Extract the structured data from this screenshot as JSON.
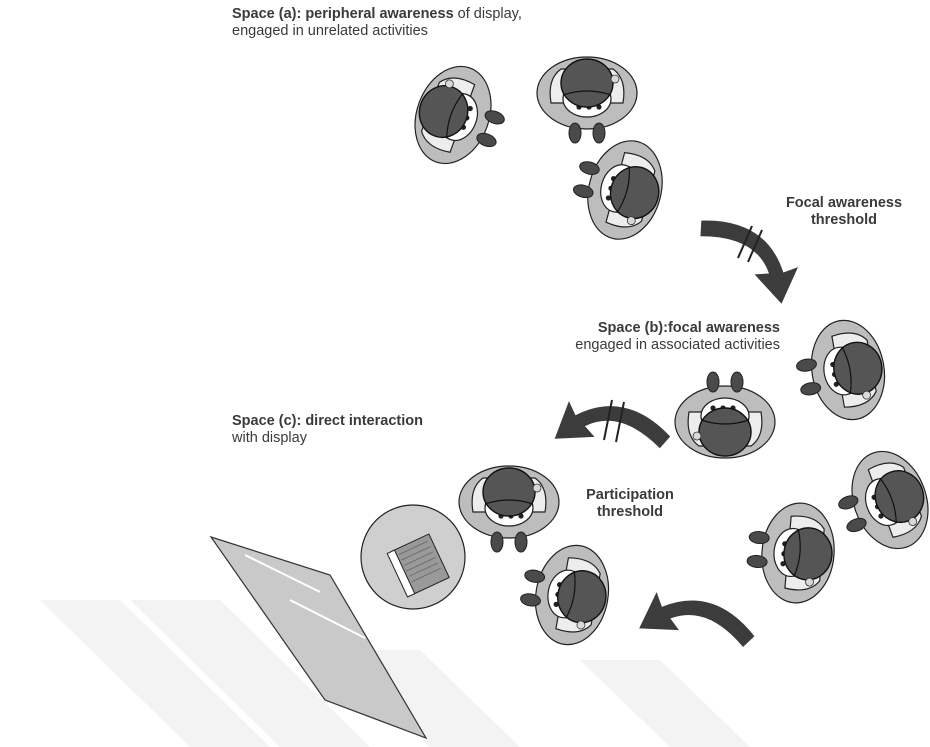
{
  "labels": {
    "space_a": {
      "title": "Space (a): peripheral awareness",
      "title_rest": " of display,",
      "line2": "engaged in unrelated activities"
    },
    "space_b": {
      "title": "Space (b):focal awareness",
      "line2": "engaged in associated activities"
    },
    "space_c": {
      "title": "Space (c): direct interaction",
      "line2": "with display"
    },
    "focal_threshold": {
      "line1": "Focal awareness",
      "line2": "threshold"
    },
    "participation_threshold": {
      "line1": "Participation",
      "line2": "threshold"
    }
  },
  "colors": {
    "head_dark": "#555555",
    "shoulder": "#bbbbbb",
    "body_light": "#dddddd",
    "arrow": "#3c3c3c",
    "watermark": "#f2f2f2",
    "outline": "#222222"
  },
  "icons": [
    "person-top-view-icon",
    "laptop-icon",
    "wall-display-icon",
    "curved-arrow-icon",
    "threshold-break-icon"
  ]
}
